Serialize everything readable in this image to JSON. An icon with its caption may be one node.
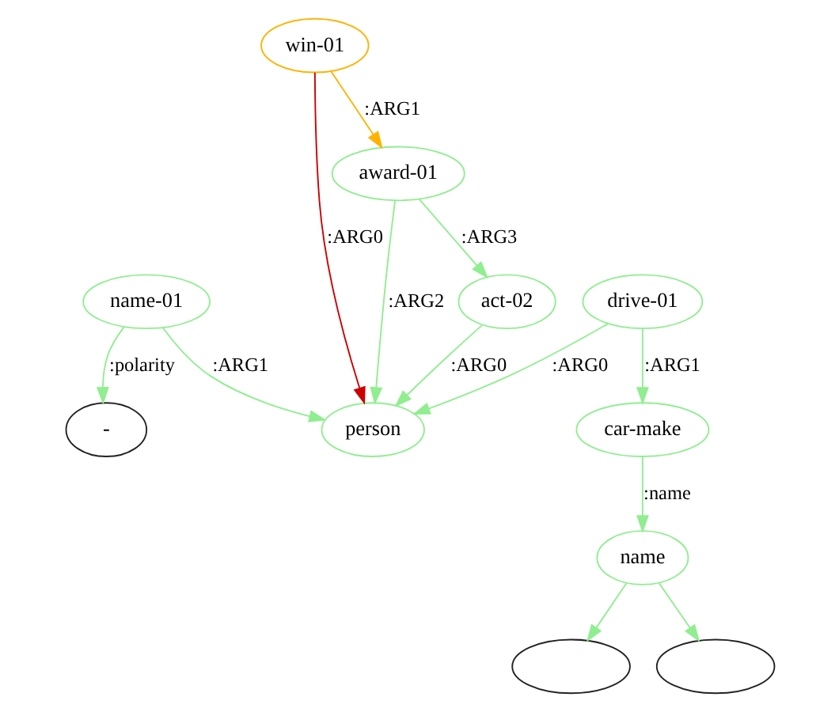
{
  "diagram": {
    "nodes": [
      {
        "text": [
          "win-01"
        ]
      },
      {
        "text": [
          "award-01"
        ]
      },
      {
        "text": [
          "name-01"
        ]
      },
      {
        "text": [
          "act-02"
        ]
      },
      {
        "text": [
          "drive-01"
        ]
      },
      {
        "text": [
          "-"
        ]
      },
      {
        "text": [
          "person"
        ]
      },
      {
        "text": [
          "car-make"
        ]
      },
      {
        "text": [
          "name"
        ]
      },
      {
        "text": [],
        "shape": "ellipse"
      },
      {
        "text": [],
        "shape": "ellipse"
      }
    ],
    "edges": [
      {
        "from": 0,
        "to": 1,
        "arrow": "to",
        "label": ":ARG1",
        "color": "#ffb300"
      },
      {
        "from": 0,
        "to": 6,
        "arrow": "to",
        "label": ":ARG0",
        "color": "#cc0000"
      },
      {
        "from": 1,
        "to": 6,
        "arrow": "to",
        "label": ":ARG2"
      },
      {
        "from": 1,
        "to": 3,
        "arrow": "to",
        "label": ":ARG3"
      },
      {
        "from": 2,
        "to": 5,
        "arrow": "to",
        "label": ":polarity"
      },
      {
        "from": 2,
        "to": 6,
        "arrow": "to",
        "label": ":ARG1"
      },
      {
        "from": 3,
        "to": 6,
        "arrow": "to",
        "label": ":ARG0"
      },
      {
        "from": 4,
        "to": 6,
        "arrow": "to",
        "label": ":ARG0"
      },
      {
        "from": 4,
        "to": 7,
        "arrow": "to",
        "label": ":ARG1"
      },
      {
        "from": 7,
        "to": 8,
        "arrow": "to",
        "label": ":name"
      },
      {
        "from": 8,
        "to": 9,
        "arrow": "to"
      },
      {
        "from": 8,
        "to": 10,
        "arrow": "to"
      }
    ]
  }
}
